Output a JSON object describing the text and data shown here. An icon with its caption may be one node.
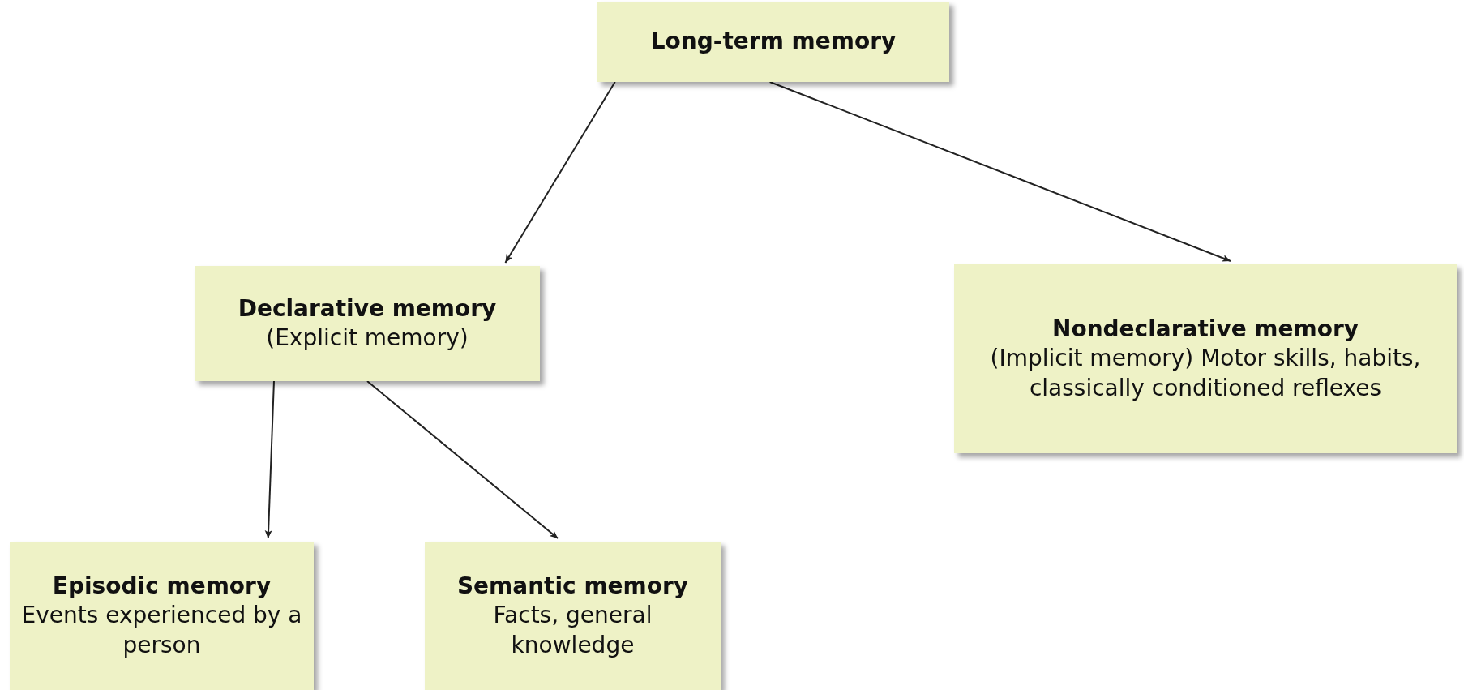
{
  "diagram": {
    "nodes": [
      {
        "text": [
          "Long-term memory"
        ]
      },
      {
        "text": [
          "Declarative memory",
          "(Explicit memory)"
        ]
      },
      {
        "text": [
          "Nondeclarative memory",
          "(Implicit memory) Motor skills, habits, classically conditioned reflexes"
        ]
      },
      {
        "text": [
          "Episodic memory",
          "Events experienced by a person"
        ]
      },
      {
        "text": [
          "Semantic memory",
          "Facts, general knowledge"
        ]
      }
    ],
    "edges": [
      {
        "from": 0,
        "to": 1,
        "arrow": "to"
      },
      {
        "from": 0,
        "to": 2,
        "arrow": "to"
      },
      {
        "from": 1,
        "to": 3,
        "arrow": "to"
      },
      {
        "from": 1,
        "to": 4,
        "arrow": "to"
      }
    ]
  }
}
